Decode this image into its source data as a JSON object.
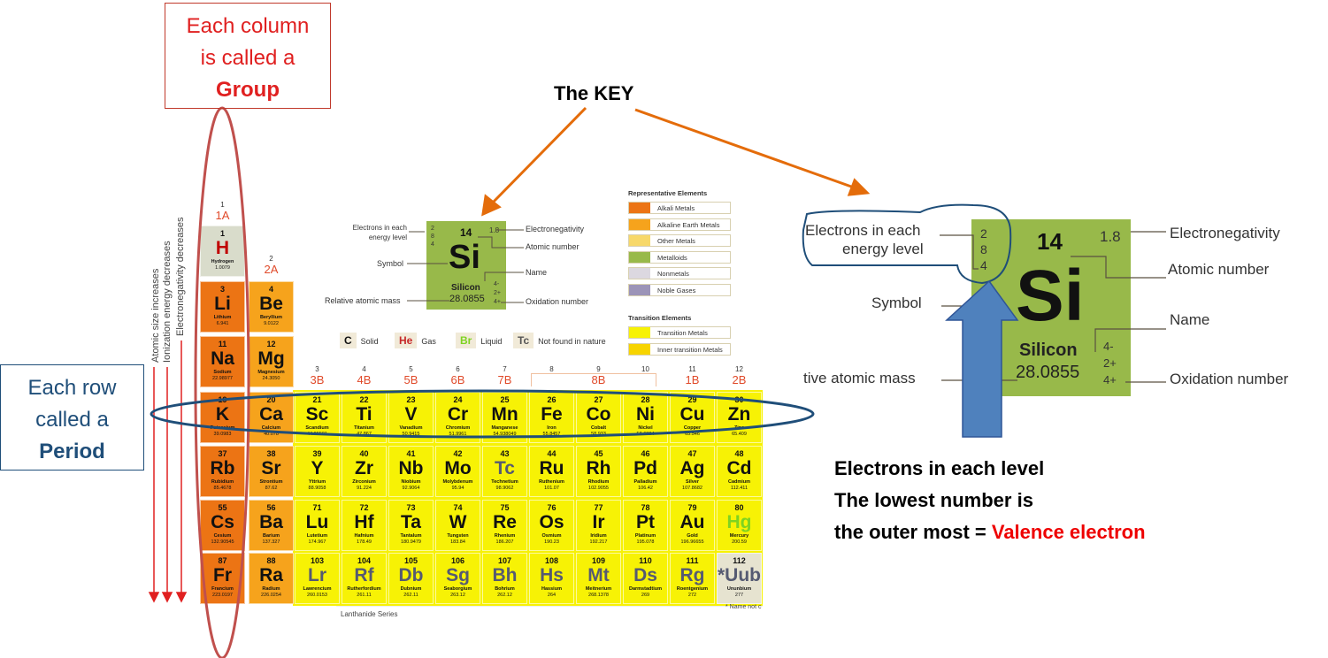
{
  "annotations": {
    "group_box": {
      "line1": "Each",
      "line2": "column",
      "line3": "is called a",
      "emph": "Group"
    },
    "period_box": {
      "line1": "Each row",
      "line2": "called a",
      "emph": "Period"
    },
    "key_title": "The KEY",
    "bottom": {
      "line1": "Electrons in each level",
      "line2": "The lowest number is",
      "line3": "the outer most = ",
      "emph": "Valence electron"
    }
  },
  "colors": {
    "red": "#e00000",
    "blue": "#1f4e79",
    "orange": "#e46c0a",
    "arrow_blue": "#4f81bd",
    "alkali": "#ec7414",
    "alkaline": "#f6a31c",
    "transition": "#f7f205",
    "metalloid": "#98b94a"
  },
  "trends": [
    "Atomic size increases",
    "Ionization energy decreases",
    "Electronegativity decreases"
  ],
  "group_headers": [
    {
      "g": "1",
      "l": "1A"
    },
    {
      "g": "2",
      "l": "2A"
    },
    {
      "g": "3",
      "l": "3B"
    },
    {
      "g": "4",
      "l": "4B"
    },
    {
      "g": "5",
      "l": "5B"
    },
    {
      "g": "6",
      "l": "6B"
    },
    {
      "g": "7",
      "l": "7B"
    },
    {
      "g": "8",
      "l": ""
    },
    {
      "g": "9",
      "l": "8B"
    },
    {
      "g": "10",
      "l": ""
    },
    {
      "g": "11",
      "l": "1B"
    },
    {
      "g": "12",
      "l": "2B"
    }
  ],
  "small_key": {
    "electrons_label": "Electrons in each energy level",
    "electrons": [
      "2",
      "8",
      "4"
    ],
    "number": "14",
    "electronegativity": "1.8",
    "symbol": "Si",
    "name": "Silicon",
    "mass": "28.0855",
    "oxidation": [
      "4-",
      "2+",
      "4+"
    ],
    "labels": {
      "symbol": "Symbol",
      "mass": "Relative atomic mass",
      "en": "Electronegativity",
      "num": "Atomic number",
      "name": "Name",
      "ox": "Oxidation number"
    }
  },
  "big_key": {
    "electrons_label_1": "Electrons in each",
    "electrons_label_2": "energy level",
    "electrons": [
      "2",
      "8",
      "4"
    ],
    "number": "14",
    "electronegativity": "1.8",
    "symbol": "Si",
    "name": "Silicon",
    "mass": "28.0855",
    "oxidation": [
      "4-",
      "2+",
      "4+"
    ],
    "labels": {
      "symbol": "Symbol",
      "mass": "tive atomic mass",
      "en": "Electronegativity",
      "num": "Atomic number",
      "name": "Name",
      "ox": "Oxidation number"
    }
  },
  "legend": {
    "rep_title": "Representative Elements",
    "rep": [
      {
        "label": "Alkali Metals",
        "color": "#ec7414"
      },
      {
        "label": "Alkaline Earth Metals",
        "color": "#f6a31c"
      },
      {
        "label": "Other Metals",
        "color": "#f7d86a"
      },
      {
        "label": "Metalloids",
        "color": "#98b94a"
      },
      {
        "label": "Nonmetals",
        "color": "#dcd8e0"
      },
      {
        "label": "Noble Gases",
        "color": "#9c94b8"
      }
    ],
    "trans_title": "Transition Elements",
    "trans": [
      {
        "label": "Transition Metals",
        "color": "#f7f205"
      },
      {
        "label": "Inner transition Metals",
        "color": "#f7d400"
      }
    ]
  },
  "phases": [
    {
      "sym": "C",
      "label": "Solid",
      "color": "#111"
    },
    {
      "sym": "He",
      "label": "Gas",
      "color": "#c62828"
    },
    {
      "sym": "Br",
      "label": "Liquid",
      "color": "#7ed321"
    },
    {
      "sym": "Tc",
      "label": "Not found in nature",
      "color": "#555"
    }
  ],
  "footer": {
    "lanthanide": "Lanthanide Series",
    "note": "* Name not c"
  },
  "elements": [
    {
      "n": "1",
      "s": "H",
      "name": "Hydrogen",
      "m": "1.0079",
      "g": 1,
      "p": 1,
      "c": "h"
    },
    {
      "n": "3",
      "s": "Li",
      "name": "Lithium",
      "m": "6.941",
      "g": 1,
      "p": 2,
      "c": "a"
    },
    {
      "n": "4",
      "s": "Be",
      "name": "Beryllium",
      "m": "9.0122",
      "g": 2,
      "p": 2,
      "c": "ae"
    },
    {
      "n": "11",
      "s": "Na",
      "name": "Sodium",
      "m": "22.98977",
      "g": 1,
      "p": 3,
      "c": "a"
    },
    {
      "n": "12",
      "s": "Mg",
      "name": "Magnesium",
      "m": "24.3050",
      "g": 2,
      "p": 3,
      "c": "ae"
    },
    {
      "n": "19",
      "s": "K",
      "name": "Potassium",
      "m": "39.0983",
      "g": 1,
      "p": 4,
      "c": "a"
    },
    {
      "n": "20",
      "s": "Ca",
      "name": "Calcium",
      "m": "40.078",
      "g": 2,
      "p": 4,
      "c": "ae"
    },
    {
      "n": "21",
      "s": "Sc",
      "name": "Scandium",
      "m": "44.95591",
      "g": 3,
      "p": 4,
      "c": "t"
    },
    {
      "n": "22",
      "s": "Ti",
      "name": "Titanium",
      "m": "47.867",
      "g": 4,
      "p": 4,
      "c": "t"
    },
    {
      "n": "23",
      "s": "V",
      "name": "Vanadium",
      "m": "50.9415",
      "g": 5,
      "p": 4,
      "c": "t"
    },
    {
      "n": "24",
      "s": "Cr",
      "name": "Chromium",
      "m": "51.9961",
      "g": 6,
      "p": 4,
      "c": "t"
    },
    {
      "n": "25",
      "s": "Mn",
      "name": "Manganese",
      "m": "54.938049",
      "g": 7,
      "p": 4,
      "c": "t"
    },
    {
      "n": "26",
      "s": "Fe",
      "name": "Iron",
      "m": "55.8457",
      "g": 8,
      "p": 4,
      "c": "t"
    },
    {
      "n": "27",
      "s": "Co",
      "name": "Cobalt",
      "m": "58.933",
      "g": 9,
      "p": 4,
      "c": "t"
    },
    {
      "n": "28",
      "s": "Ni",
      "name": "Nickel",
      "m": "58.6934",
      "g": 10,
      "p": 4,
      "c": "t"
    },
    {
      "n": "29",
      "s": "Cu",
      "name": "Copper",
      "m": "63.546",
      "g": 11,
      "p": 4,
      "c": "t"
    },
    {
      "n": "30",
      "s": "Zn",
      "name": "Zinc",
      "m": "65.409",
      "g": 12,
      "p": 4,
      "c": "t"
    },
    {
      "n": "37",
      "s": "Rb",
      "name": "Rubidium",
      "m": "85.4678",
      "g": 1,
      "p": 5,
      "c": "a"
    },
    {
      "n": "38",
      "s": "Sr",
      "name": "Strontium",
      "m": "87.62",
      "g": 2,
      "p": 5,
      "c": "ae"
    },
    {
      "n": "39",
      "s": "Y",
      "name": "Yttrium",
      "m": "88.9058",
      "g": 3,
      "p": 5,
      "c": "t"
    },
    {
      "n": "40",
      "s": "Zr",
      "name": "Zirconium",
      "m": "91.224",
      "g": 4,
      "p": 5,
      "c": "t"
    },
    {
      "n": "41",
      "s": "Nb",
      "name": "Niobium",
      "m": "92.9064",
      "g": 5,
      "p": 5,
      "c": "t"
    },
    {
      "n": "42",
      "s": "Mo",
      "name": "Molybdenum",
      "m": "95.94",
      "g": 6,
      "p": 5,
      "c": "t"
    },
    {
      "n": "43",
      "s": "Tc",
      "name": "Technetium",
      "m": "98.9062",
      "g": 7,
      "p": 5,
      "c": "t",
      "gray": true
    },
    {
      "n": "44",
      "s": "Ru",
      "name": "Ruthenium",
      "m": "101.07",
      "g": 8,
      "p": 5,
      "c": "t"
    },
    {
      "n": "45",
      "s": "Rh",
      "name": "Rhodium",
      "m": "102.9055",
      "g": 9,
      "p": 5,
      "c": "t"
    },
    {
      "n": "46",
      "s": "Pd",
      "name": "Palladium",
      "m": "106.42",
      "g": 10,
      "p": 5,
      "c": "t"
    },
    {
      "n": "47",
      "s": "Ag",
      "name": "Silver",
      "m": "107.8682",
      "g": 11,
      "p": 5,
      "c": "t"
    },
    {
      "n": "48",
      "s": "Cd",
      "name": "Cadmium",
      "m": "112.411",
      "g": 12,
      "p": 5,
      "c": "t"
    },
    {
      "n": "55",
      "s": "Cs",
      "name": "Cesium",
      "m": "132.90545",
      "g": 1,
      "p": 6,
      "c": "a"
    },
    {
      "n": "56",
      "s": "Ba",
      "name": "Barium",
      "m": "137.327",
      "g": 2,
      "p": 6,
      "c": "ae"
    },
    {
      "n": "71",
      "s": "Lu",
      "name": "Lutetium",
      "m": "174.967",
      "g": 3,
      "p": 6,
      "c": "t"
    },
    {
      "n": "72",
      "s": "Hf",
      "name": "Hafnium",
      "m": "178.49",
      "g": 4,
      "p": 6,
      "c": "t"
    },
    {
      "n": "73",
      "s": "Ta",
      "name": "Tantalum",
      "m": "180.9479",
      "g": 5,
      "p": 6,
      "c": "t"
    },
    {
      "n": "74",
      "s": "W",
      "name": "Tungsten",
      "m": "183.84",
      "g": 6,
      "p": 6,
      "c": "t"
    },
    {
      "n": "75",
      "s": "Re",
      "name": "Rhenium",
      "m": "186.207",
      "g": 7,
      "p": 6,
      "c": "t"
    },
    {
      "n": "76",
      "s": "Os",
      "name": "Osmium",
      "m": "190.23",
      "g": 8,
      "p": 6,
      "c": "t"
    },
    {
      "n": "77",
      "s": "Ir",
      "name": "Iridium",
      "m": "192.217",
      "g": 9,
      "p": 6,
      "c": "t"
    },
    {
      "n": "78",
      "s": "Pt",
      "name": "Platinum",
      "m": "195.078",
      "g": 10,
      "p": 6,
      "c": "t"
    },
    {
      "n": "79",
      "s": "Au",
      "name": "Gold",
      "m": "196.96655",
      "g": 11,
      "p": 6,
      "c": "t"
    },
    {
      "n": "80",
      "s": "Hg",
      "name": "Mercury",
      "m": "200.59",
      "g": 12,
      "p": 6,
      "c": "t",
      "liquid": true
    },
    {
      "n": "87",
      "s": "Fr",
      "name": "Francium",
      "m": "223.0197",
      "g": 1,
      "p": 7,
      "c": "a"
    },
    {
      "n": "88",
      "s": "Ra",
      "name": "Radium",
      "m": "226.0254",
      "g": 2,
      "p": 7,
      "c": "ae"
    },
    {
      "n": "103",
      "s": "Lr",
      "name": "Lawrencium",
      "m": "260.0153",
      "g": 3,
      "p": 7,
      "c": "t",
      "gray": true
    },
    {
      "n": "104",
      "s": "Rf",
      "name": "Rutherfordium",
      "m": "261.11",
      "g": 4,
      "p": 7,
      "c": "t",
      "gray": true
    },
    {
      "n": "105",
      "s": "Db",
      "name": "Dubnium",
      "m": "262.11",
      "g": 5,
      "p": 7,
      "c": "t",
      "gray": true
    },
    {
      "n": "106",
      "s": "Sg",
      "name": "Seaborgium",
      "m": "263.12",
      "g": 6,
      "p": 7,
      "c": "t",
      "gray": true
    },
    {
      "n": "107",
      "s": "Bh",
      "name": "Bohrium",
      "m": "262.12",
      "g": 7,
      "p": 7,
      "c": "t",
      "gray": true
    },
    {
      "n": "108",
      "s": "Hs",
      "name": "Hassium",
      "m": "264",
      "g": 8,
      "p": 7,
      "c": "t",
      "gray": true
    },
    {
      "n": "109",
      "s": "Mt",
      "name": "Meitnerium",
      "m": "268.1378",
      "g": 9,
      "p": 7,
      "c": "t",
      "gray": true
    },
    {
      "n": "110",
      "s": "Ds",
      "name": "Darmstadtium",
      "m": "269",
      "g": 10,
      "p": 7,
      "c": "t",
      "gray": true
    },
    {
      "n": "111",
      "s": "Rg",
      "name": "Roentgenium",
      "m": "272",
      "g": 11,
      "p": 7,
      "c": "t",
      "gray": true
    },
    {
      "n": "112",
      "s": "*Uub",
      "name": "Ununbium",
      "m": "277",
      "g": 12,
      "p": 7,
      "c": "u",
      "gray": true
    }
  ]
}
